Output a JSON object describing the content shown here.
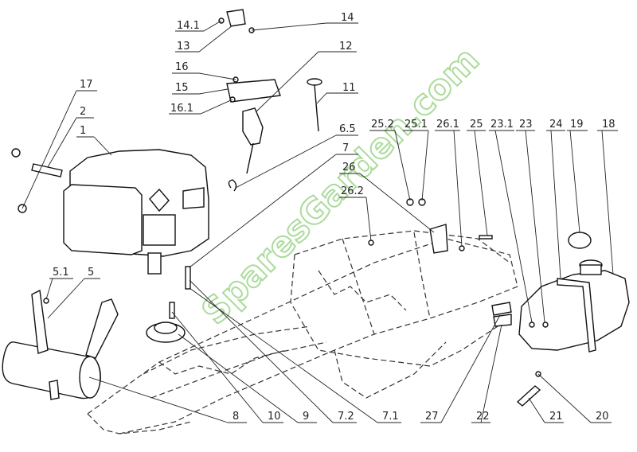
{
  "watermark": "SparesGarden.com",
  "labels": {
    "l14_1": "14.1",
    "l14": "14",
    "l13": "13",
    "l16": "16",
    "l12": "12",
    "l15": "15",
    "l16_1": "16.1",
    "l11": "11",
    "l17": "17",
    "l2": "2",
    "l1": "1",
    "l6_5": "6.5",
    "l7": "7",
    "l25_2": "25.2",
    "l25_1": "25.1",
    "l26_1": "26.1",
    "l25": "25",
    "l23_1": "23.1",
    "l23": "23",
    "l24": "24",
    "l19": "19",
    "l18": "18",
    "l26": "26",
    "l26_2": "26.2",
    "l5_1": "5.1",
    "l5": "5",
    "l8": "8",
    "l10": "10",
    "l9": "9",
    "l7_2": "7.2",
    "l7_1": "7.1",
    "l27": "27",
    "l22": "22",
    "l21": "21",
    "l20": "20"
  }
}
